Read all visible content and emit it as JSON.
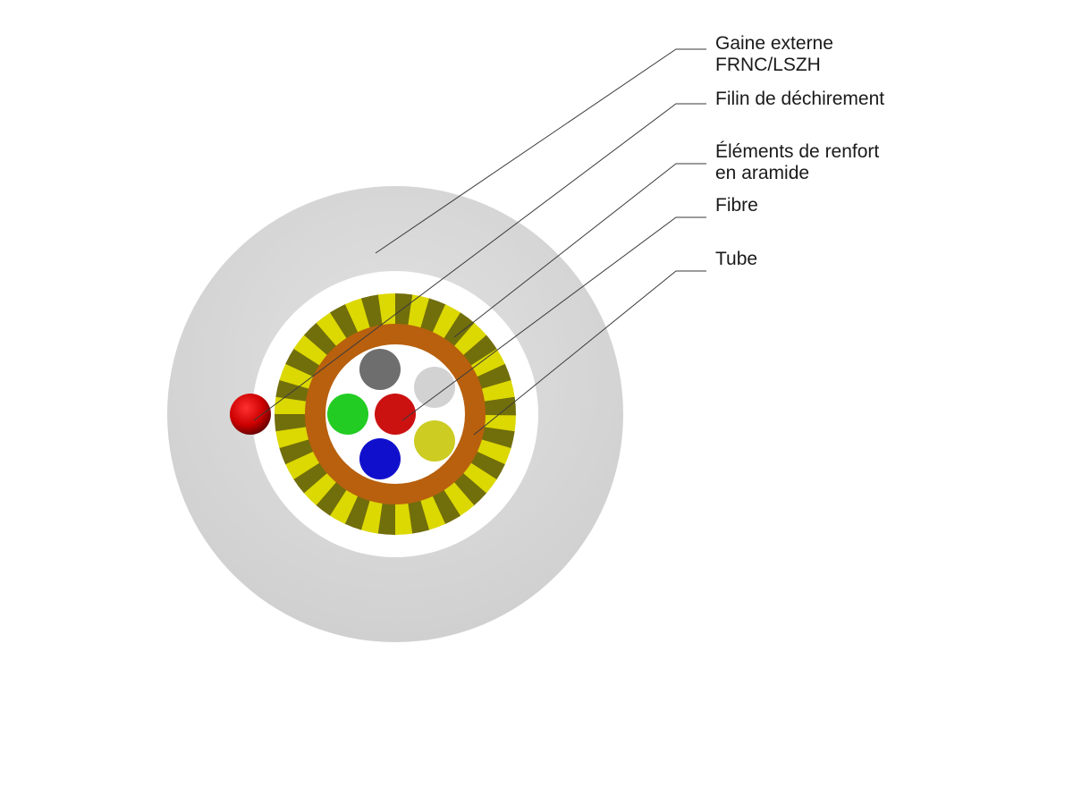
{
  "labels": {
    "outer_sheath": {
      "line1": "Gaine externe",
      "line2": "FRNC/LSZH"
    },
    "rip_cord": {
      "line1": "Filin de déchirement"
    },
    "aramid": {
      "line1": "Éléments de renfort",
      "line2": "en aramide"
    },
    "fibre": {
      "line1": "Fibre"
    },
    "tube": {
      "line1": "Tube"
    }
  },
  "colors": {
    "outer_sheath": "#d0d0d0",
    "gap": "#ffffff",
    "aramid_light": "#e4e000",
    "aramid_dark": "#4a4810",
    "tube": "#b8600e",
    "tube_inner": "#ffffff",
    "rip_cord": "#cc0000",
    "fibres": [
      "#6e6e6e",
      "#d2d2d2",
      "#22cc22",
      "#cc1111",
      "#cccc22",
      "#1010cc"
    ]
  }
}
